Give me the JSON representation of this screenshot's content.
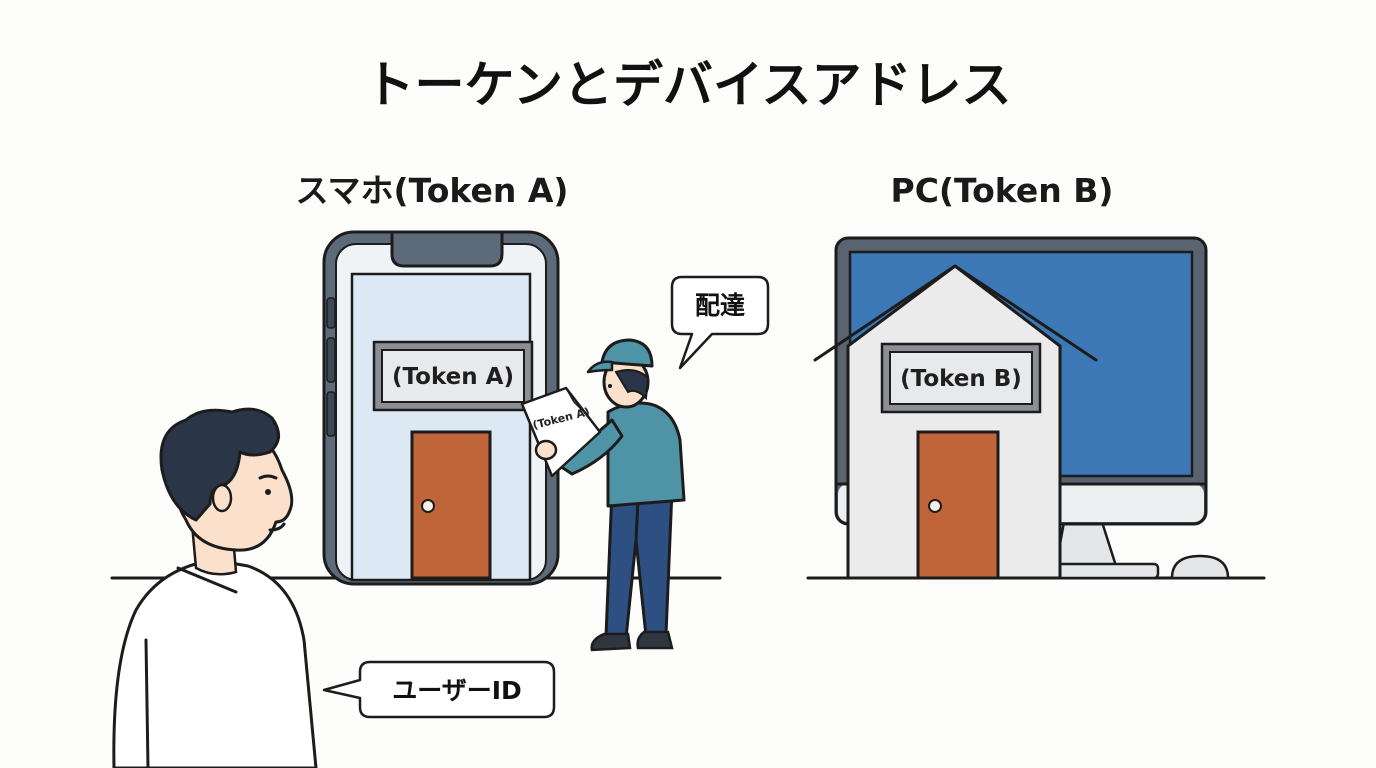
{
  "title": "トーケンとデバイスアドレス",
  "phone": {
    "heading": "スマホ(Token A)",
    "sign_label": "(Token A)",
    "paper_label": "(Token A)"
  },
  "pc": {
    "heading": "PC(Token B)",
    "sign_label": "(Token B)"
  },
  "courier_bubble": "配達",
  "user_bubble": "ユーザーID",
  "colors": {
    "phone_screen": "#dce9f5",
    "monitor_screen": "#3b78b5",
    "door": "#c0643a",
    "courier_shirt": "#4f94a6",
    "courier_pants": "#2e4f82",
    "hair": "#2a3547",
    "skin": "#fbe1cb"
  }
}
